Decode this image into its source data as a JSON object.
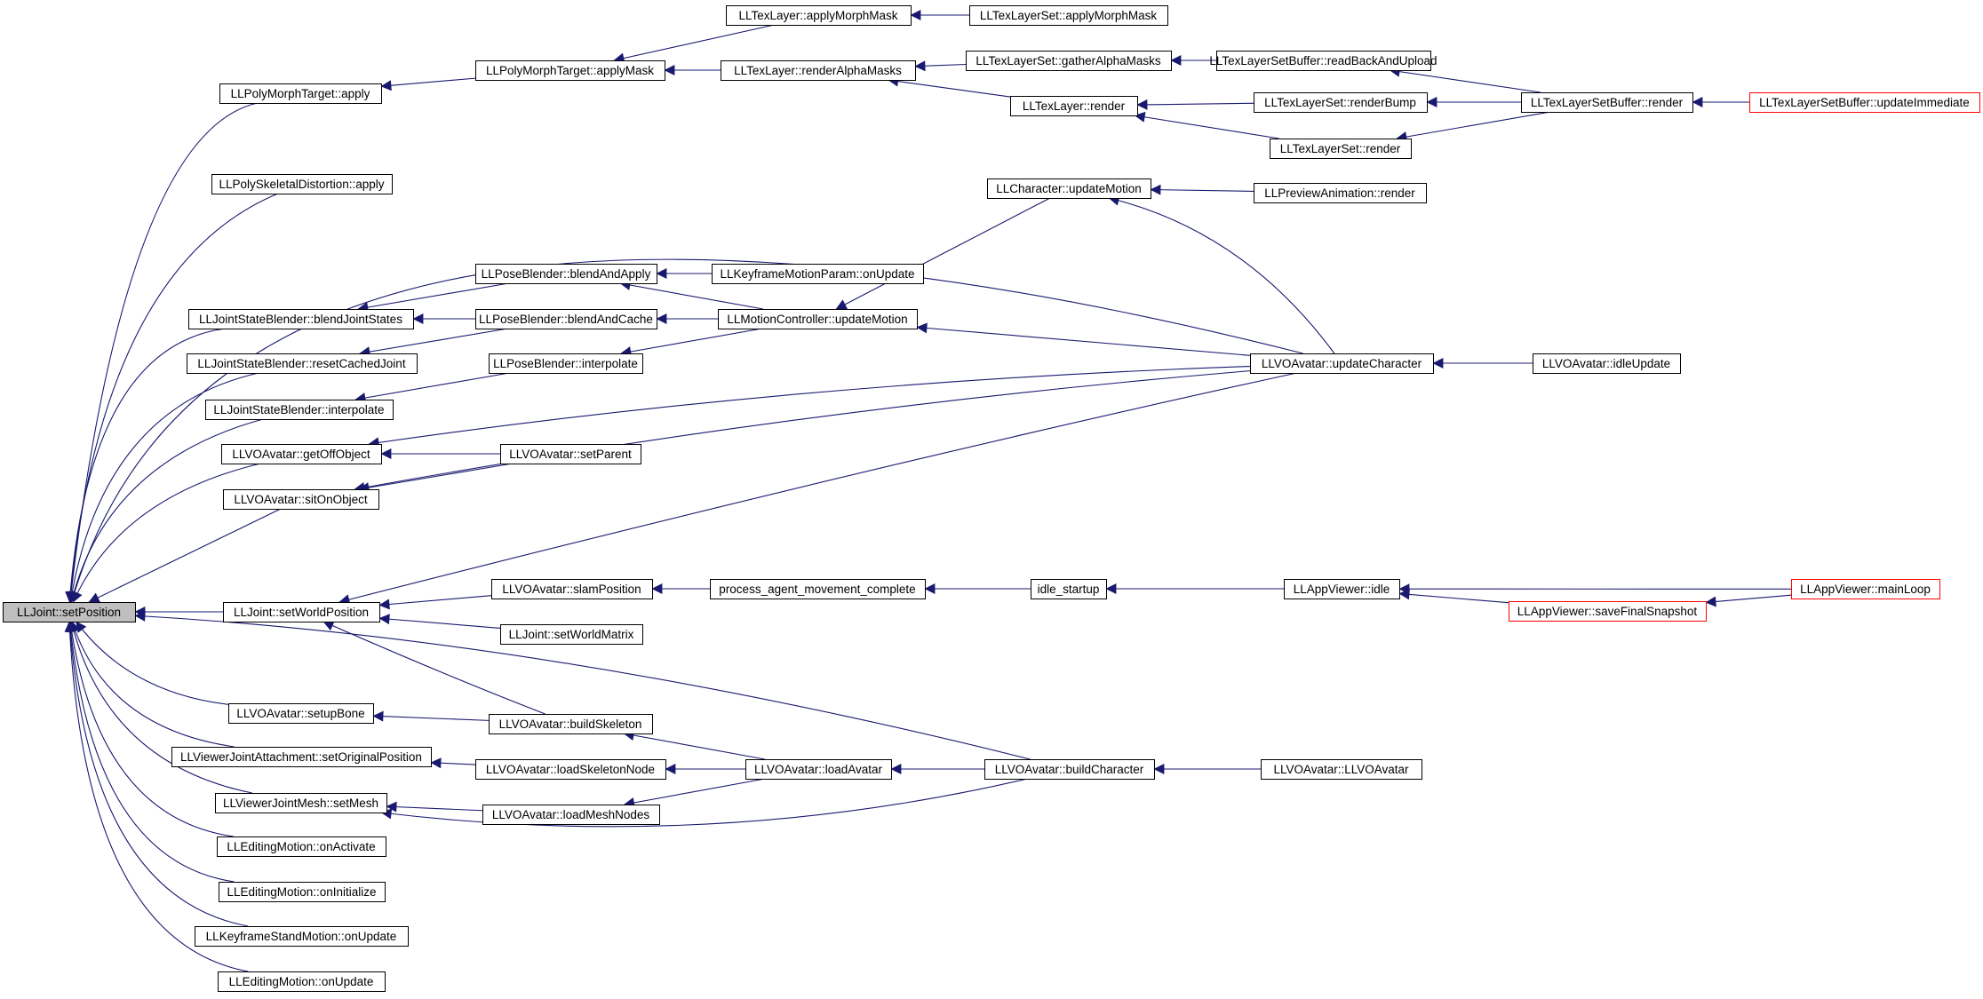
{
  "colors": {
    "edge": "#191970",
    "node_border": "#000000",
    "node_truncated_border": "#ff0000",
    "root_fill": "#bfbfbf",
    "node_fill": "#ffffff"
  },
  "nodes": [
    {
      "id": "root",
      "label": "LLJoint::setPosition",
      "style": "root"
    },
    {
      "id": "pmt_apply",
      "label": "LLPolyMorphTarget::apply"
    },
    {
      "id": "psd_apply",
      "label": "LLPolySkeletalDistortion::apply"
    },
    {
      "id": "jsb_blend",
      "label": "LLJointStateBlender::blendJointStates"
    },
    {
      "id": "jsb_reset",
      "label": "LLJointStateBlender::resetCachedJoint"
    },
    {
      "id": "jsb_interp",
      "label": "LLJointStateBlender::interpolate"
    },
    {
      "id": "av_getoff",
      "label": "LLVOAvatar::getOffObject"
    },
    {
      "id": "av_siton",
      "label": "LLVOAvatar::sitOnObject"
    },
    {
      "id": "j_setworldpos",
      "label": "LLJoint::setWorldPosition"
    },
    {
      "id": "av_setupbone",
      "label": "LLVOAvatar::setupBone"
    },
    {
      "id": "vja_setorig",
      "label": "LLViewerJointAttachment::setOriginalPosition"
    },
    {
      "id": "vjm_setmesh",
      "label": "LLViewerJointMesh::setMesh"
    },
    {
      "id": "em_onactivate",
      "label": "LLEditingMotion::onActivate"
    },
    {
      "id": "em_oninit",
      "label": "LLEditingMotion::onInitialize"
    },
    {
      "id": "ksm_onupdate",
      "label": "LLKeyframeStandMotion::onUpdate"
    },
    {
      "id": "em_onupdate",
      "label": "LLEditingMotion::onUpdate"
    },
    {
      "id": "pmt_applymask",
      "label": "LLPolyMorphTarget::applyMask"
    },
    {
      "id": "pb_blendapply",
      "label": "LLPoseBlender::blendAndApply"
    },
    {
      "id": "pb_blendcache",
      "label": "LLPoseBlender::blendAndCache"
    },
    {
      "id": "pb_interp",
      "label": "LLPoseBlender::interpolate"
    },
    {
      "id": "av_setparent",
      "label": "LLVOAvatar::setParent"
    },
    {
      "id": "av_slampos",
      "label": "LLVOAvatar::slamPosition"
    },
    {
      "id": "j_setworldmatrix",
      "label": "LLJoint::setWorldMatrix"
    },
    {
      "id": "av_buildskel",
      "label": "LLVOAvatar::buildSkeleton"
    },
    {
      "id": "av_loadskelnode",
      "label": "LLVOAvatar::loadSkeletonNode"
    },
    {
      "id": "av_loadmeshnodes",
      "label": "LLVOAvatar::loadMeshNodes"
    },
    {
      "id": "tl_applymorph",
      "label": "LLTexLayer::applyMorphMask"
    },
    {
      "id": "tl_renderalpha",
      "label": "LLTexLayer::renderAlphaMasks"
    },
    {
      "id": "kmp_onupdate",
      "label": "LLKeyframeMotionParam::onUpdate"
    },
    {
      "id": "mc_updatemotion",
      "label": "LLMotionController::updateMotion"
    },
    {
      "id": "pamc",
      "label": "process_agent_movement_complete"
    },
    {
      "id": "av_loadavatar",
      "label": "LLVOAvatar::loadAvatar"
    },
    {
      "id": "tls_applymorph",
      "label": "LLTexLayerSet::applyMorphMask"
    },
    {
      "id": "tls_gather",
      "label": "LLTexLayerSet::gatherAlphaMasks"
    },
    {
      "id": "tl_render",
      "label": "LLTexLayer::render"
    },
    {
      "id": "ch_updatemotion",
      "label": "LLCharacter::updateMotion"
    },
    {
      "id": "idle_startup",
      "label": "idle_startup"
    },
    {
      "id": "av_buildchar",
      "label": "LLVOAvatar::buildCharacter"
    },
    {
      "id": "tlsb_readback",
      "label": "LLTexLayerSetBuffer::readBackAndUpload"
    },
    {
      "id": "tls_renderbump",
      "label": "LLTexLayerSet::renderBump"
    },
    {
      "id": "tls_render",
      "label": "LLTexLayerSet::render"
    },
    {
      "id": "pa_render",
      "label": "LLPreviewAnimation::render"
    },
    {
      "id": "av_updatechar",
      "label": "LLVOAvatar::updateCharacter"
    },
    {
      "id": "appv_idle",
      "label": "LLAppViewer::idle"
    },
    {
      "id": "av_ctor",
      "label": "LLVOAvatar::LLVOAvatar"
    },
    {
      "id": "tlsb_render",
      "label": "LLTexLayerSetBuffer::render"
    },
    {
      "id": "av_idleupdate",
      "label": "LLVOAvatar::idleUpdate"
    },
    {
      "id": "appv_savesnap",
      "label": "LLAppViewer::saveFinalSnapshot",
      "style": "truncated"
    },
    {
      "id": "tlsb_updateimm",
      "label": "LLTexLayerSetBuffer::updateImmediate",
      "style": "truncated"
    },
    {
      "id": "appv_mainloop",
      "label": "LLAppViewer::mainLoop",
      "style": "truncated"
    }
  ],
  "edges": [
    [
      "pmt_apply",
      "root"
    ],
    [
      "psd_apply",
      "root"
    ],
    [
      "jsb_blend",
      "root"
    ],
    [
      "jsb_reset",
      "root"
    ],
    [
      "jsb_interp",
      "root"
    ],
    [
      "av_getoff",
      "root"
    ],
    [
      "av_siton",
      "root"
    ],
    [
      "j_setworldpos",
      "root"
    ],
    [
      "av_setupbone",
      "root"
    ],
    [
      "vja_setorig",
      "root"
    ],
    [
      "vjm_setmesh",
      "root"
    ],
    [
      "em_onactivate",
      "root"
    ],
    [
      "em_oninit",
      "root"
    ],
    [
      "ksm_onupdate",
      "root"
    ],
    [
      "em_onupdate",
      "root"
    ],
    [
      "av_updatechar",
      "root"
    ],
    [
      "av_buildchar",
      "root"
    ],
    [
      "pmt_applymask",
      "pmt_apply"
    ],
    [
      "pb_blendapply",
      "jsb_blend"
    ],
    [
      "pb_blendcache",
      "jsb_blend"
    ],
    [
      "pb_blendcache",
      "jsb_reset"
    ],
    [
      "pb_interp",
      "jsb_interp"
    ],
    [
      "av_setparent",
      "av_getoff"
    ],
    [
      "av_updatechar",
      "av_getoff"
    ],
    [
      "av_setparent",
      "av_siton"
    ],
    [
      "av_updatechar",
      "av_siton"
    ],
    [
      "av_slampos",
      "j_setworldpos"
    ],
    [
      "j_setworldmatrix",
      "j_setworldpos"
    ],
    [
      "av_buildskel",
      "j_setworldpos"
    ],
    [
      "av_updatechar",
      "j_setworldpos"
    ],
    [
      "av_buildskel",
      "av_setupbone"
    ],
    [
      "av_loadskelnode",
      "vja_setorig"
    ],
    [
      "av_loadmeshnodes",
      "vjm_setmesh"
    ],
    [
      "av_buildchar",
      "vjm_setmesh"
    ],
    [
      "tl_applymorph",
      "pmt_applymask"
    ],
    [
      "tl_renderalpha",
      "pmt_applymask"
    ],
    [
      "kmp_onupdate",
      "pb_blendapply"
    ],
    [
      "mc_updatemotion",
      "pb_blendapply"
    ],
    [
      "mc_updatemotion",
      "pb_blendcache"
    ],
    [
      "mc_updatemotion",
      "pb_interp"
    ],
    [
      "pamc",
      "av_slampos"
    ],
    [
      "av_loadavatar",
      "av_buildskel"
    ],
    [
      "av_loadavatar",
      "av_loadskelnode"
    ],
    [
      "av_loadavatar",
      "av_loadmeshnodes"
    ],
    [
      "tls_applymorph",
      "tl_applymorph"
    ],
    [
      "tls_gather",
      "tl_renderalpha"
    ],
    [
      "tl_render",
      "tl_renderalpha"
    ],
    [
      "ch_updatemotion",
      "mc_updatemotion"
    ],
    [
      "av_updatechar",
      "mc_updatemotion"
    ],
    [
      "idle_startup",
      "pamc"
    ],
    [
      "av_buildchar",
      "av_loadavatar"
    ],
    [
      "tlsb_readback",
      "tls_gather"
    ],
    [
      "tls_renderbump",
      "tl_render"
    ],
    [
      "tls_render",
      "tl_render"
    ],
    [
      "pa_render",
      "ch_updatemotion"
    ],
    [
      "av_updatechar",
      "ch_updatemotion"
    ],
    [
      "appv_idle",
      "idle_startup"
    ],
    [
      "av_ctor",
      "av_buildchar"
    ],
    [
      "tlsb_render",
      "tlsb_readback"
    ],
    [
      "tlsb_render",
      "tls_renderbump"
    ],
    [
      "tlsb_render",
      "tls_render"
    ],
    [
      "av_idleupdate",
      "av_updatechar"
    ],
    [
      "appv_savesnap",
      "appv_idle"
    ],
    [
      "appv_mainloop",
      "appv_idle"
    ],
    [
      "tlsb_updateimm",
      "tlsb_render"
    ],
    [
      "appv_mainloop",
      "appv_savesnap"
    ]
  ]
}
